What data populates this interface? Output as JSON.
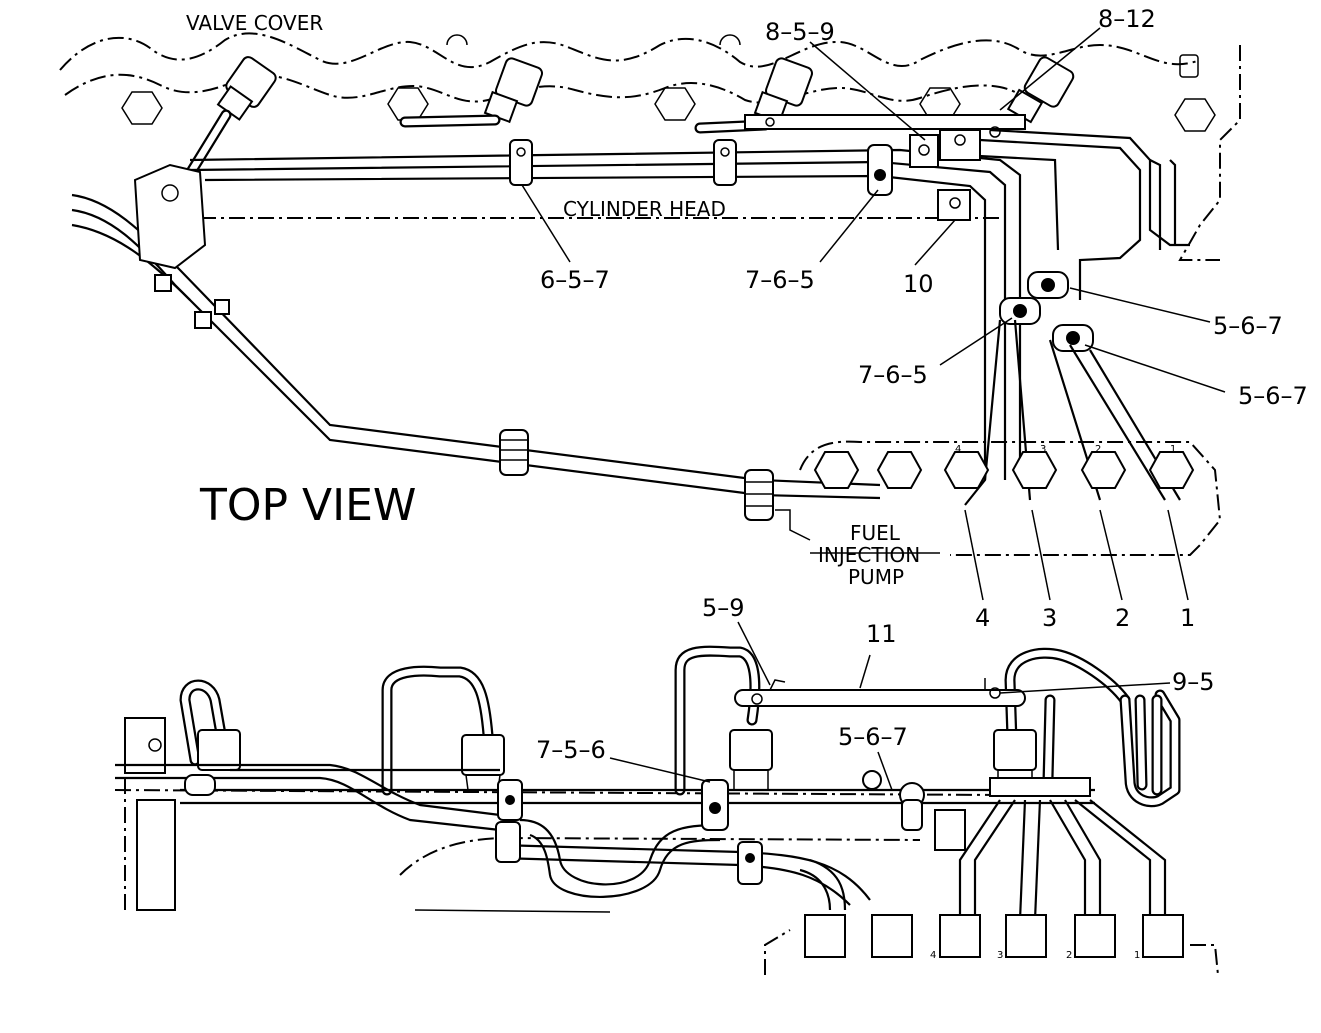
{
  "labels": {
    "valve_cover": "VALVE COVER",
    "cylinder_head": "CYLINDER HEAD",
    "top_view": "TOP VIEW",
    "pump_line1": "FUEL",
    "pump_line2": "INJECTION",
    "pump_line3": "PUMP"
  },
  "callouts_top": {
    "c859": "8–5–9",
    "c812": "8–12",
    "c657": "6–5–7",
    "c765a": "7–6–5",
    "c10": "10",
    "c567a": "5–6–7",
    "c765b": "7–6–5",
    "c567b": "5–6–7",
    "n4": "4",
    "n3": "3",
    "n2": "2",
    "n1": "1"
  },
  "outlet_marks": {
    "t4": "4",
    "t3": "3",
    "t2": "2",
    "t1": "1",
    "b4": "4",
    "b3": "3",
    "b2": "2",
    "b1": "1"
  },
  "callouts_bottom": {
    "c59": "5–9",
    "c11": "11",
    "c95": "9–5",
    "c567": "5–6–7",
    "c756": "7–5–6"
  }
}
